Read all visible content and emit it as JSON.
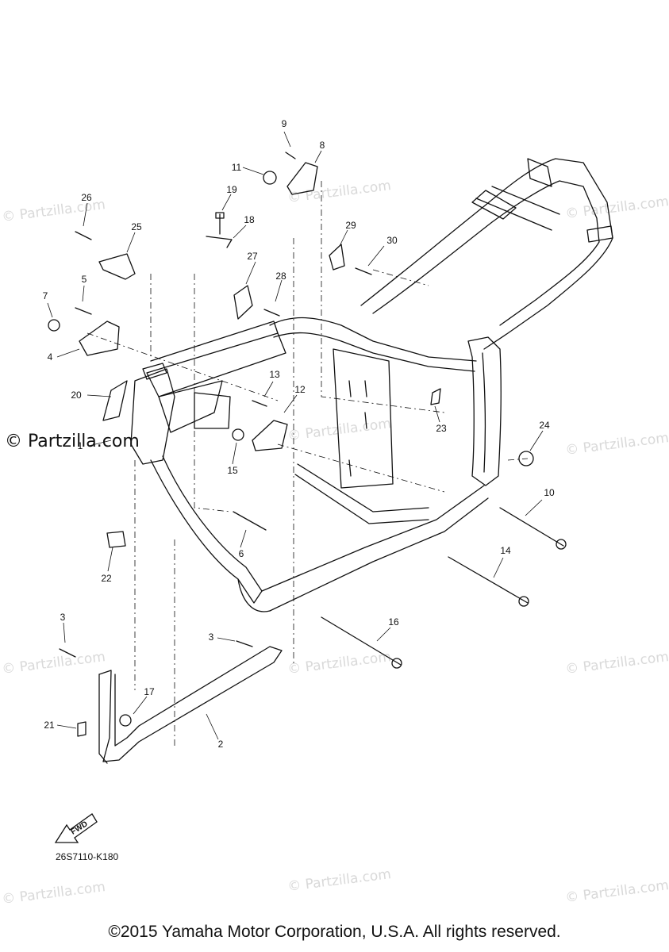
{
  "watermark_text": "© Partzilla.com",
  "watermark_primary": "© Partzilla.com",
  "callouts": {
    "c1": "1",
    "c2": "2",
    "c3a": "3",
    "c3b": "3",
    "c4": "4",
    "c5": "5",
    "c6": "6",
    "c7": "7",
    "c8": "8",
    "c9": "9",
    "c10": "10",
    "c11": "11",
    "c12": "12",
    "c13": "13",
    "c14": "14",
    "c15": "15",
    "c16": "16",
    "c17": "17",
    "c18": "18",
    "c19": "19",
    "c20": "20",
    "c21": "21",
    "c22": "22",
    "c23": "23",
    "c24": "24",
    "c25": "25",
    "c26": "26",
    "c27": "27",
    "c28": "28",
    "c29": "29",
    "c30": "30"
  },
  "fwd_label": "FWD",
  "part_code": "26S7110-K180",
  "copyright": "©2015 Yamaha Motor Corporation, U.S.A. All rights reserved."
}
